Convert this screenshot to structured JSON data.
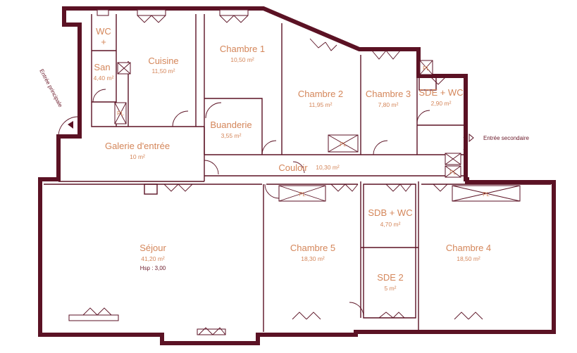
{
  "colors": {
    "wall": "#5b1224",
    "label": "#d4865a",
    "text": "#6b1a2a"
  },
  "rooms": {
    "wc": {
      "name_line1": "WC",
      "name_line2": "+"
    },
    "san": {
      "name": "San",
      "area": "4,40 m²"
    },
    "cuisine": {
      "name": "Cuisine",
      "area": "11,50 m²"
    },
    "chambre1": {
      "name": "Chambre 1",
      "area": "10,50 m²"
    },
    "chambre2": {
      "name": "Chambre 2",
      "area": "11,95 m²"
    },
    "chambre3": {
      "name": "Chambre 3",
      "area": "7,80 m²"
    },
    "sde_wc": {
      "name": "SDE + WC",
      "area": "2,90 m²"
    },
    "buanderie": {
      "name": "Buanderie",
      "area": "3,55 m²"
    },
    "galerie": {
      "name": "Galerie d'entrée",
      "area": "10 m²"
    },
    "couloir": {
      "name": "Couloir",
      "area": "10,30 m²"
    },
    "sejour": {
      "name": "Séjour",
      "area": "41,20 m²",
      "hsp": "Hsp : 3,00"
    },
    "chambre5": {
      "name": "Chambre 5",
      "area": "18,30 m²"
    },
    "sdb_wc": {
      "name": "SDB + WC",
      "area": "4,70 m²"
    },
    "sde2": {
      "name": "SDE 2",
      "area": "5 m²"
    },
    "chambre4": {
      "name": "Chambre 4",
      "area": "18,50 m²"
    }
  },
  "entrances": {
    "principale": "Entrée principale",
    "secondaire": "Entrée secondaire"
  },
  "placard_label": "PL"
}
